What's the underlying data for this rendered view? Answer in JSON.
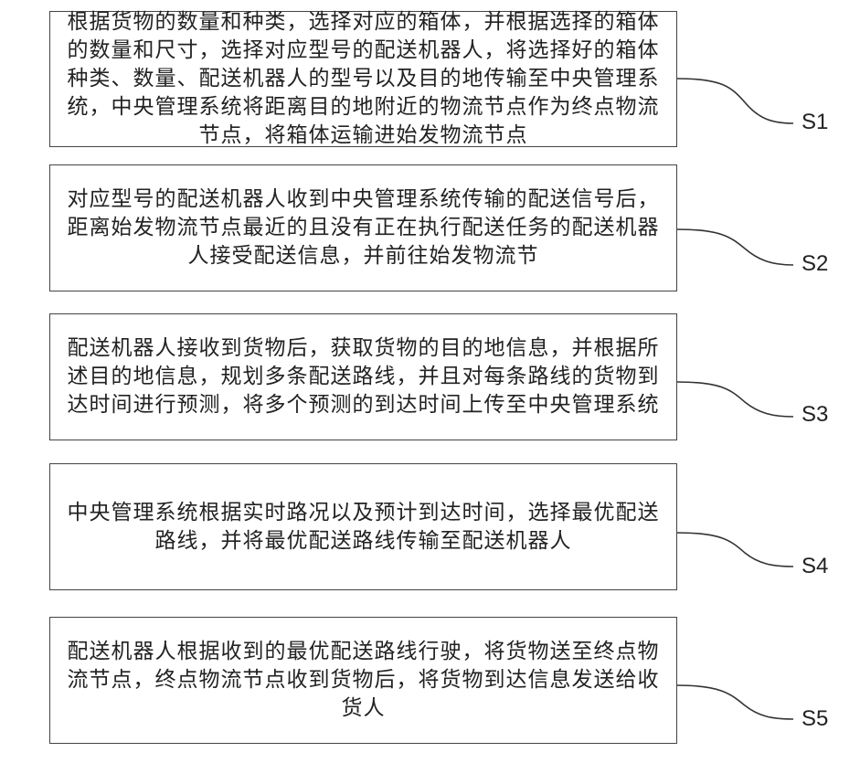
{
  "steps": [
    {
      "label": "S1",
      "text": "根据货物的数量和种类，选择对应的箱体，并根据选择的箱体的数量和尺寸，选择对应型号的配送机器人，将选择好的箱体种类、数量、配送机器人的型号以及目的地传输至中央管理系统，中央管理系统将距离目的地附近的物流节点作为终点物流节点，将箱体运输进始发物流节点"
    },
    {
      "label": "S2",
      "text": "对应型号的配送机器人收到中央管理系统传输的配送信号后，距离始发物流节点最近的且没有正在执行配送任务的配送机器人接受配送信息，并前往始发物流节"
    },
    {
      "label": "S3",
      "text": "配送机器人接收到货物后，获取货物的目的地信息，并根据所述目的地信息，规划多条配送路线，并且对每条路线的货物到达时间进行预测，将多个预测的到达时间上传至中央管理系统"
    },
    {
      "label": "S4",
      "text": "中央管理系统根据实时路况以及预计到达时间，选择最优配送路线，并将最优配送路线传输至配送机器人"
    },
    {
      "label": "S5",
      "text": "配送机器人根据收到的最优配送路线行驶，将货物送至终点物流节点，终点物流节点收到货物后，将货物到达信息发送给收货人"
    }
  ]
}
